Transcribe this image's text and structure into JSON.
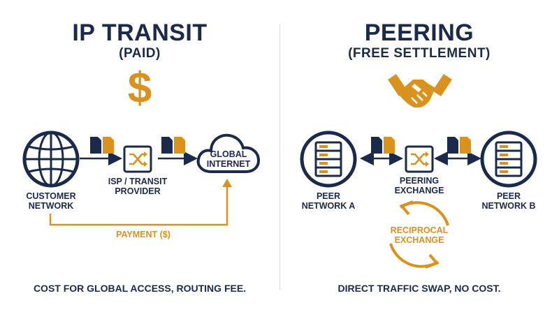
{
  "colors": {
    "navy": "#1b2a4a",
    "gold": "#d9921e",
    "divider": "#d9d9d9"
  },
  "left": {
    "title": "IP TRANSIT",
    "subtitle": "(PAID)",
    "dollar": "$",
    "customer_label": "CUSTOMER\nNETWORK",
    "provider_label": "ISP / TRANSIT\nPROVIDER",
    "cloud_label": "GLOBAL\nINTERNET",
    "payment_label": "PAYMENT ($)",
    "footer": "COST FOR GLOBAL ACCESS, ROUTING FEE."
  },
  "right": {
    "title": "PEERING",
    "subtitle": "(FREE SETTLEMENT)",
    "peer_a_label": "PEER\nNETWORK A",
    "exchange_label": "PEERING\nEXCHANGE",
    "peer_b_label": "PEER\nNETWORK B",
    "reciprocal_label": "RECIPROCAL\nEXCHANGE",
    "footer": "DIRECT TRAFFIC SWAP, NO COST."
  },
  "icons": [
    "dollar-icon",
    "globe-icon",
    "switch-icon",
    "cloud-icon",
    "document-pair-icon",
    "handshake-icon",
    "server-icon",
    "cycle-arrows-icon"
  ]
}
